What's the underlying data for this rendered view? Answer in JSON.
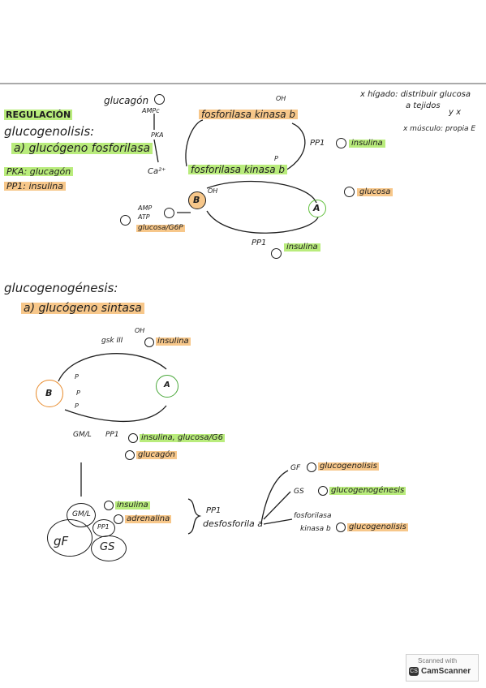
{
  "top": {
    "hl_tejidos": [
      "x hígado: distribuir glucosa",
      "a tejidos",
      "y x",
      "x músculo: propia E"
    ]
  },
  "reg": {
    "title": "REGULACIÓN",
    "subtitle": "glucogenolisis:",
    "item_a": "a) glucógeno fosforilasa",
    "pka": "PKA: glucagón",
    "pp1": "PP1: insulina"
  },
  "cycle1": {
    "glucagon": "glucagón",
    "amp": "AMPc",
    "pka": "PKA",
    "oh_top": "OH",
    "kinase_b": "fosforilasa kinasa b",
    "kinase_b_p": "fosforilasa kinasa b",
    "p_small": "P",
    "ca": "Ca²⁺",
    "pp1_right": "PP1",
    "insulina_right": "insulina",
    "b_label": "B",
    "a_label": "A",
    "oh": "OH",
    "glucosa": "glucosa",
    "amp2": "AMP",
    "atp": "ATP",
    "glucosa_g6p": "glucosa/G6P",
    "pp1_bottom": "PP1",
    "insulina_bottom": "insulina"
  },
  "synth": {
    "title": "glucogenogénesis:",
    "item_a": "a) glucógeno sintasa",
    "gsk": "gsk III",
    "oh": "OH",
    "insulina_top": "insulina",
    "b_label": "B",
    "a_label": "A",
    "p": "P",
    "gm_pp1": "GM/L",
    "pp1": "PP1",
    "insulina_glucosa": "insulina, glucosa/G6",
    "glucagon": "glucagón"
  },
  "complex": {
    "gm": "GM/L",
    "pp1": "PP1",
    "gf": "gF",
    "gs": "GS",
    "insulina": "insulina",
    "adrenalina": "adrenalina",
    "pp1_desf": "PP1",
    "desfosforila": "desfosforila a",
    "gf_out": "GF",
    "gf_eff": "glucogenolisis",
    "gs_out": "GS",
    "gs_eff": "glucogenogénesis",
    "fk_out": "fosforilasa",
    "fk_out2": "kinasa b",
    "fk_eff": "glucogenolisis"
  },
  "scanner": {
    "scanned_with": "Scanned with",
    "brand": "CamScanner",
    "logo": "CS"
  }
}
